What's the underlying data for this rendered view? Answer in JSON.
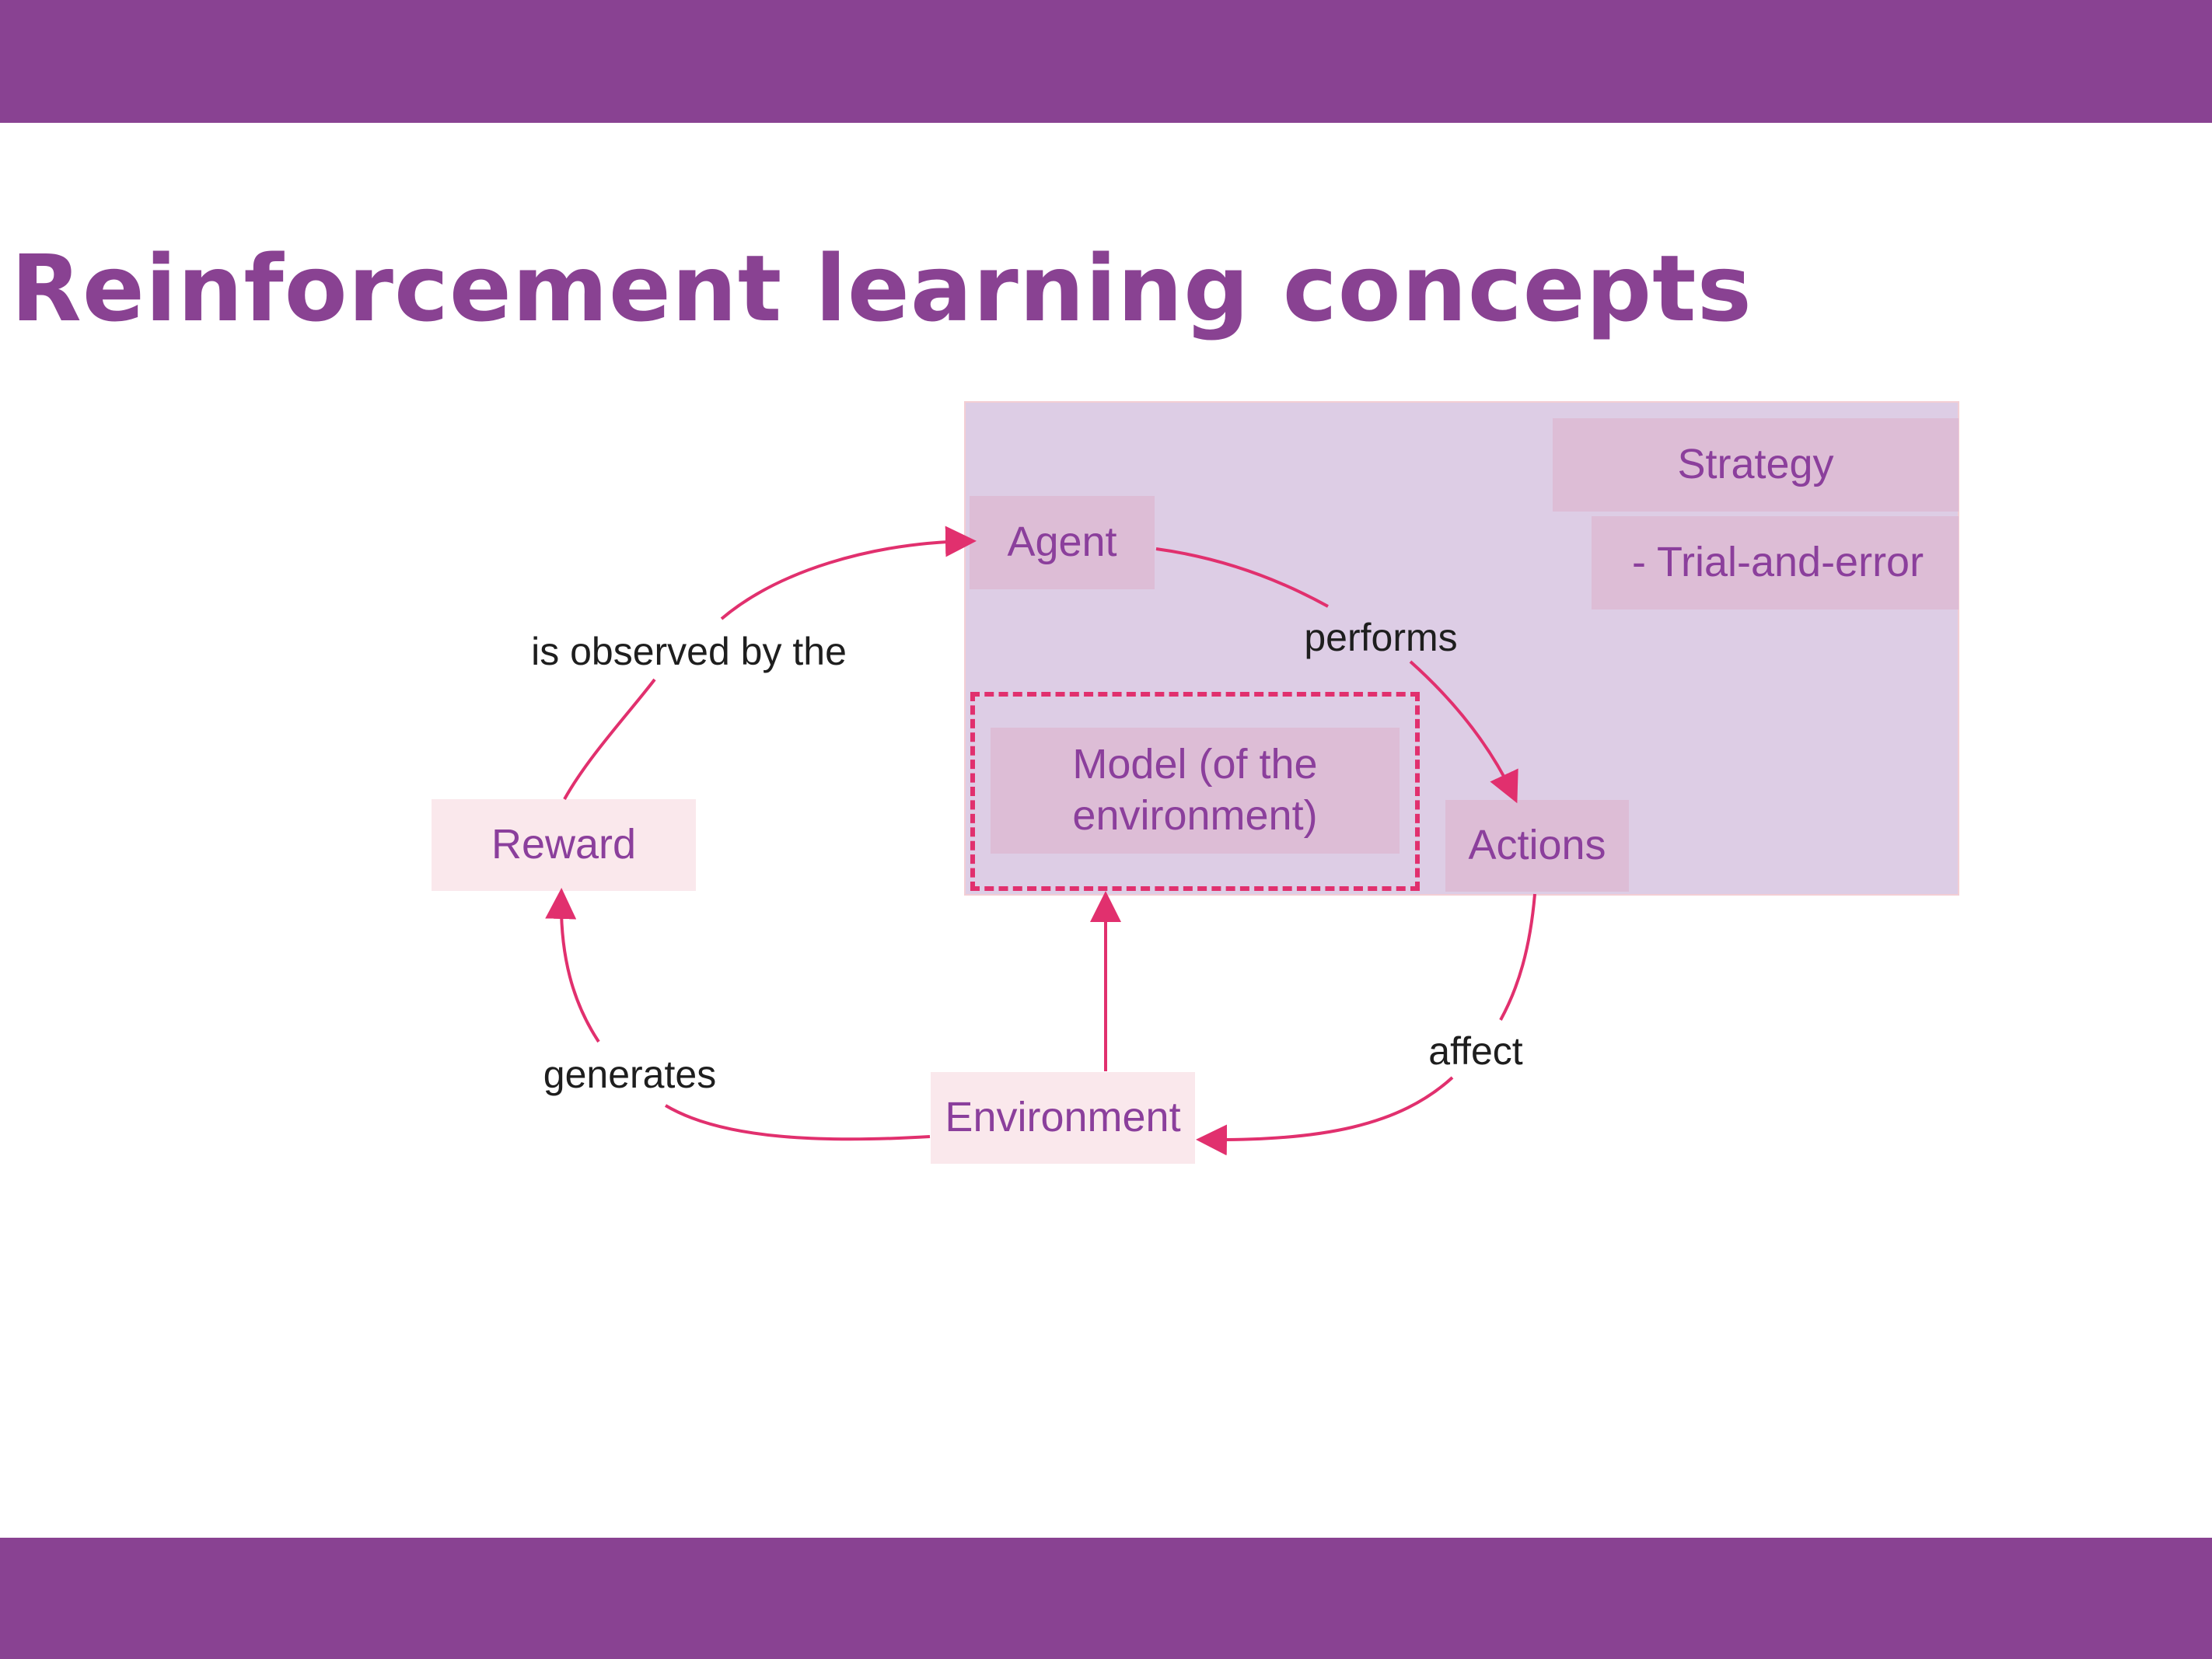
{
  "title": "Reinforcement learning concepts",
  "colors": {
    "band": "#894292",
    "title": "#894292",
    "node_text": "#8b3f9c",
    "arrow": "#e1306e",
    "agent_region": "#ddcde5",
    "node_dark": "#ddbdd6",
    "node_light": "#fae8ec"
  },
  "nodes": {
    "strategy": "Strategy",
    "trial_and_error": "- Trial-and-error",
    "agent": "Agent",
    "model_line1": "Model (of the",
    "model_line2": "environment)",
    "actions": "Actions",
    "reward": "Reward",
    "environment": "Environment"
  },
  "edges": {
    "agent_actions": "performs",
    "actions_environment": "affect",
    "environment_reward": "generates",
    "reward_agent": "is observed by the"
  }
}
